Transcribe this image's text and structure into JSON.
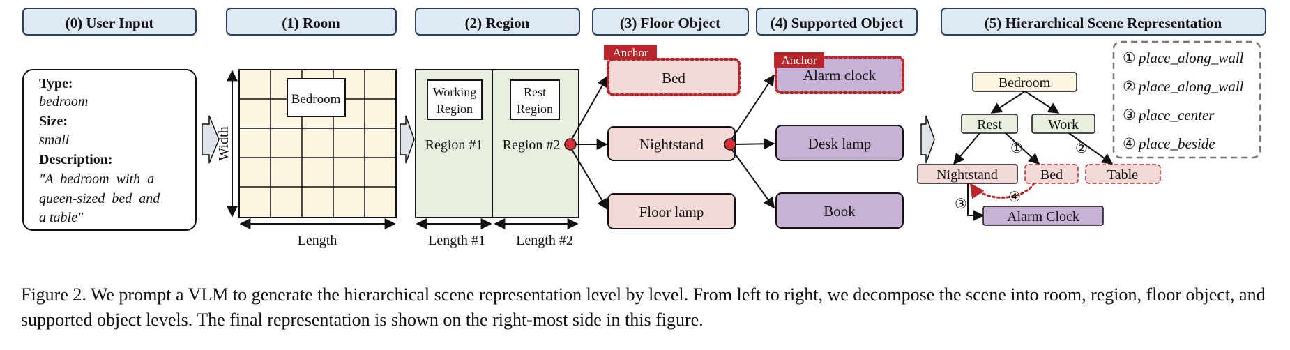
{
  "stages": {
    "s0": "(0) User Input",
    "s1": "(1) Room",
    "s2": "(2) Region",
    "s3": "(3) Floor Object",
    "s4": "(4) Supported Object",
    "s5": "(5) Hierarchical Scene Representation"
  },
  "user_input": {
    "type_label": "Type:",
    "type_value": "bedroom",
    "size_label": "Size:",
    "size_value": "small",
    "desc_label": "Description:",
    "desc_line1": "\"A  bedroom  with  a",
    "desc_line2": "queen-sized  bed  and",
    "desc_line3": "a table\""
  },
  "room": {
    "label": "Bedroom",
    "width_label": "Width",
    "length_label": "Length"
  },
  "region": {
    "working_line1": "Working",
    "working_line2": "Region",
    "rest_line1": "Rest",
    "rest_line2": "Region",
    "region1": "Region #1",
    "region2": "Region #2",
    "length1": "Length #1",
    "length2": "Length #2"
  },
  "floor_objects": {
    "anchor": "Anchor",
    "bed": "Bed",
    "nightstand": "Nightstand",
    "floor_lamp": "Floor lamp"
  },
  "supported_objects": {
    "anchor": "Anchor",
    "alarm_clock": "Alarm clock",
    "desk_lamp": "Desk lamp",
    "book": "Book"
  },
  "hierarchy": {
    "bedroom": "Bedroom",
    "rest": "Rest",
    "work": "Work",
    "nightstand": "Nightstand",
    "bed": "Bed",
    "table": "Table",
    "alarm_clock": "Alarm Clock",
    "n1": "①",
    "n2": "②",
    "n3": "③",
    "n4": "④"
  },
  "legend": {
    "items": [
      {
        "num": "①",
        "text": "place_along_wall"
      },
      {
        "num": "②",
        "text": "place_along_wall"
      },
      {
        "num": "③",
        "text": "place_center"
      },
      {
        "num": "④",
        "text": "place_beside"
      }
    ]
  },
  "caption": "Figure 2. We prompt a VLM to generate the hierarchical scene representation level by level. From left to right, we decompose the scene into room, region, floor object, and supported object levels. The final representation is shown on the right-most side in this figure.",
  "colors": {
    "header_fill": "#dfe9f6",
    "header_stroke": "#2b3f5c",
    "room_fill": "#fbf5e1",
    "region_fill": "#e8efe1",
    "floor_fill": "#f3d8d8",
    "supported_fill": "#c7b2d6",
    "anchor_red": "#b8252a",
    "dot_red": "#d62f35"
  }
}
